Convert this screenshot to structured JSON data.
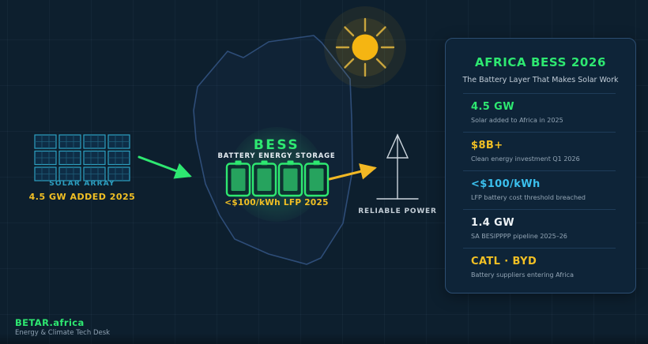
{
  "colors": {
    "green": "#2ee871",
    "yellow": "#f2c024",
    "cyan": "#3bc0ee",
    "white": "#eef3f7",
    "teal": "#2d9fc0",
    "outline_blue": "#2e4d78",
    "background": "#0d1f2e",
    "card_bg": "#0e2438",
    "card_border": "#2c4d71"
  },
  "diagram": {
    "solar_array": {
      "label": "SOLAR ARRAY",
      "caption": "4.5 GW ADDED 2025"
    },
    "bess": {
      "title": "BESS",
      "subtitle": "BATTERY ENERGY STORAGE",
      "badge": "<$100/kWh LFP 2025"
    },
    "grid": {
      "label": "RELIABLE POWER"
    }
  },
  "card": {
    "title": "AFRICA BESS 2026",
    "subtitle": "The Battery Layer That Makes Solar Work",
    "stats": [
      {
        "value": "4.5 GW",
        "label": "Solar added to Africa in 2025",
        "color": "#2ee871"
      },
      {
        "value": "$8B+",
        "label": "Clean energy investment Q1 2026",
        "color": "#f2c024"
      },
      {
        "value": "<$100/kWh",
        "label": "LFP battery cost threshold breached",
        "color": "#3bc0ee"
      },
      {
        "value": "1.4 GW",
        "label": "SA BESIPPPP pipeline 2025–26",
        "color": "#eef3f7"
      },
      {
        "value": "CATL · BYD",
        "label": "Battery suppliers entering Africa",
        "color": "#f2c024"
      }
    ]
  },
  "footer": {
    "brand": "BETAR.africa",
    "tagline": "Energy & Climate Tech Desk"
  }
}
